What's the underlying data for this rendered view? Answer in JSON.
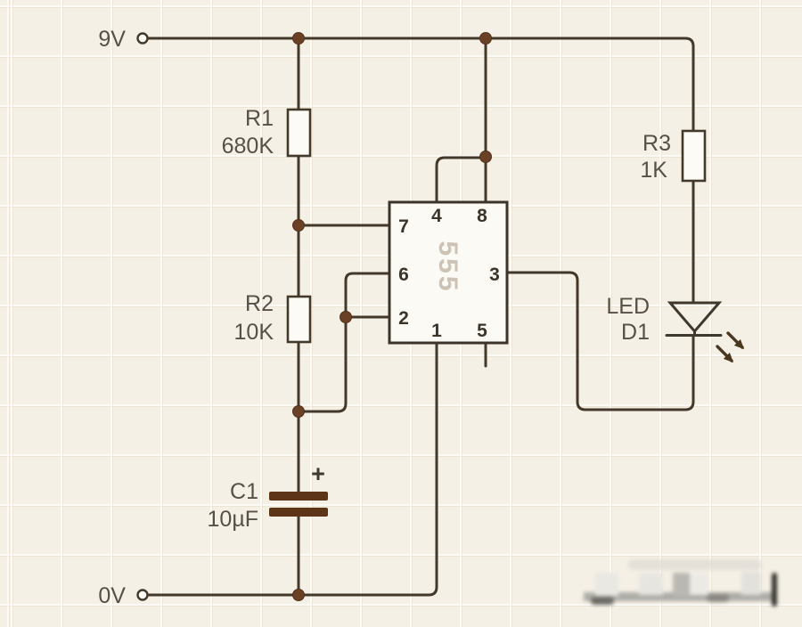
{
  "diagram": {
    "kind": "circuit-schematic",
    "description": "555 timer astable LED flasher circuit",
    "rails": {
      "vcc": "9V",
      "gnd": "0V"
    },
    "ic": {
      "label": "555",
      "pins": {
        "p1": "1",
        "p2": "2",
        "p3": "3",
        "p4": "4",
        "p5": "5",
        "p6": "6",
        "p7": "7",
        "p8": "8"
      }
    },
    "components": {
      "r1": {
        "ref": "R1",
        "value": "680K"
      },
      "r2": {
        "ref": "R2",
        "value": "10K"
      },
      "r3": {
        "ref": "R3",
        "value": "1K"
      },
      "c1": {
        "ref": "C1",
        "value": "10µF",
        "polarity_mark": "+"
      },
      "led": {
        "type": "LED",
        "ref": "D1"
      }
    },
    "colors": {
      "background": "#f5f0e5",
      "grid_line_light": "#ffffff",
      "grid_line_tan": "#ceb494",
      "wire": "#43392a",
      "junction_dot": "#6b4126",
      "component_fill": "#fdfbf5",
      "capacitor_plate": "#5d3418",
      "label_text": "#565046",
      "ic_watermark_text": "#ccc3b5"
    }
  }
}
